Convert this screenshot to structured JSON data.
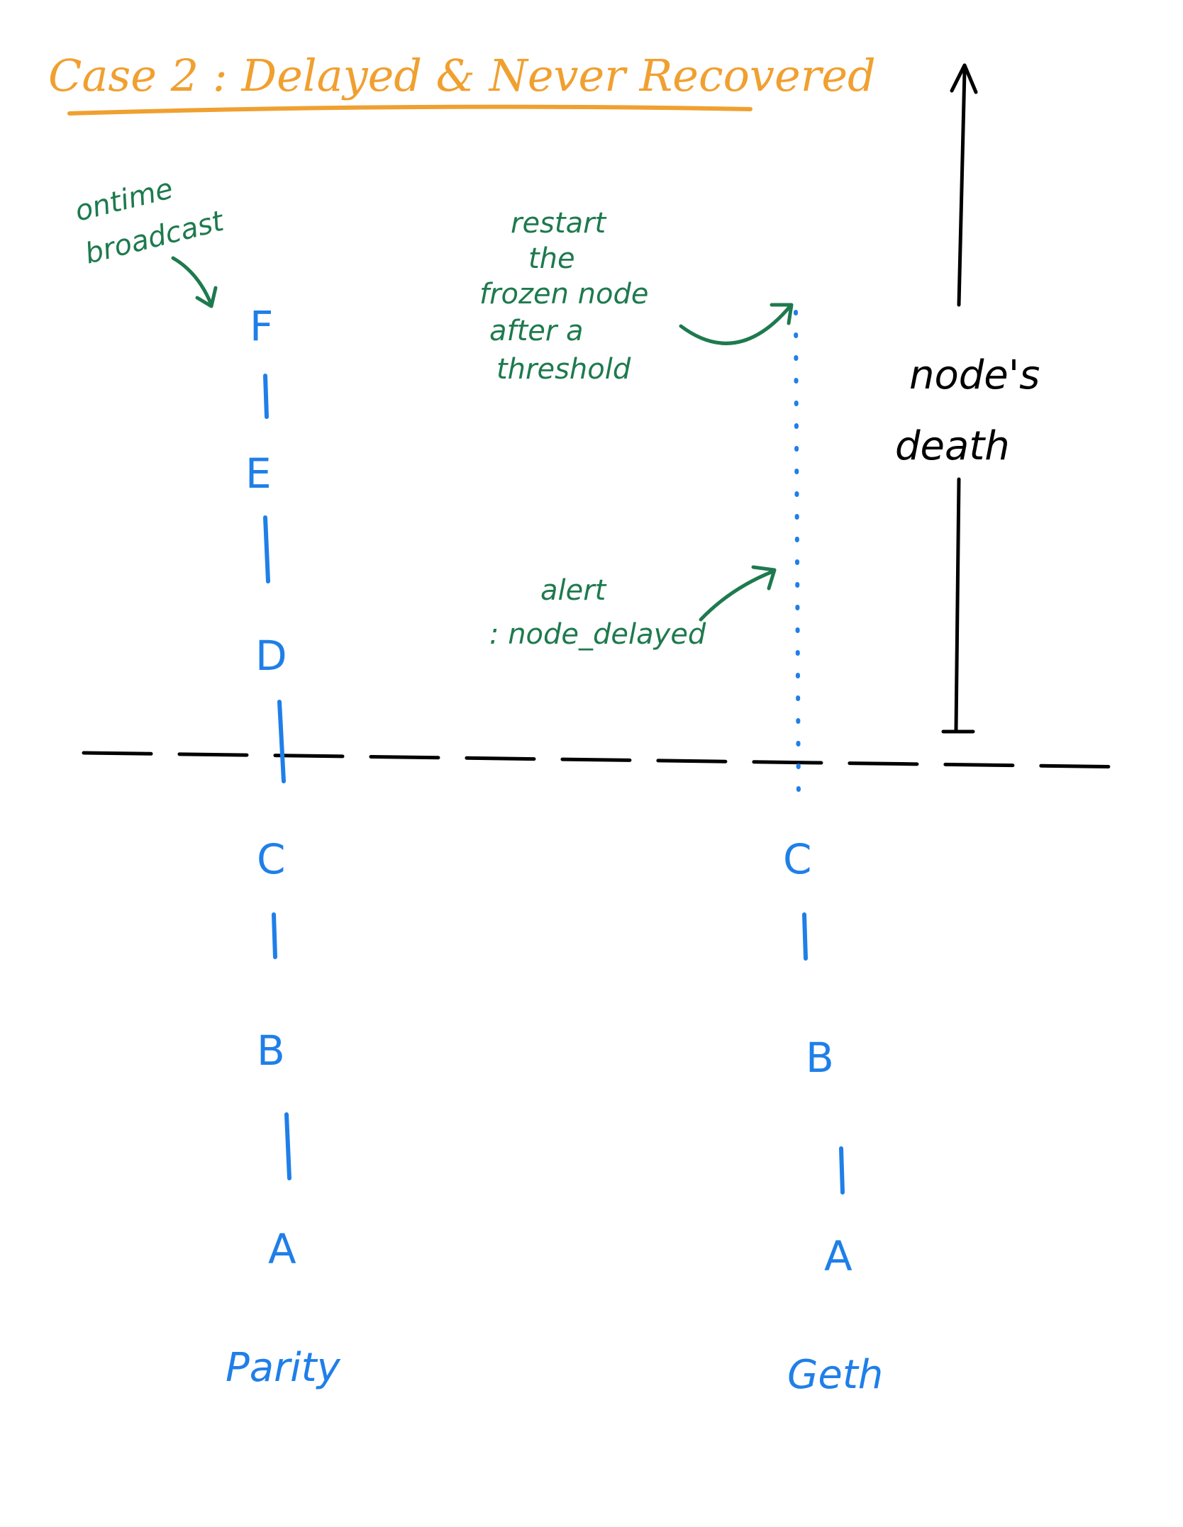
{
  "title": "Case 2 : Delayed & Never Recovered",
  "parity_chain": {
    "label": "Parity",
    "blocks": [
      "A",
      "B",
      "C",
      "D",
      "E",
      "F"
    ]
  },
  "geth_chain": {
    "label": "Geth",
    "blocks": [
      "A",
      "B",
      "C"
    ]
  },
  "annotations": {
    "ontime": [
      "ontime",
      "broadcast"
    ],
    "restart": [
      "restart",
      "the",
      "frozen node",
      "after a",
      "threshold"
    ],
    "alert": [
      "alert",
      ": node_delayed"
    ],
    "death": [
      "node's",
      "death"
    ]
  },
  "colors": {
    "title": "#F0A030",
    "chain": "#1F7FE8",
    "note": "#1E7A4E",
    "ink": "#000000"
  }
}
